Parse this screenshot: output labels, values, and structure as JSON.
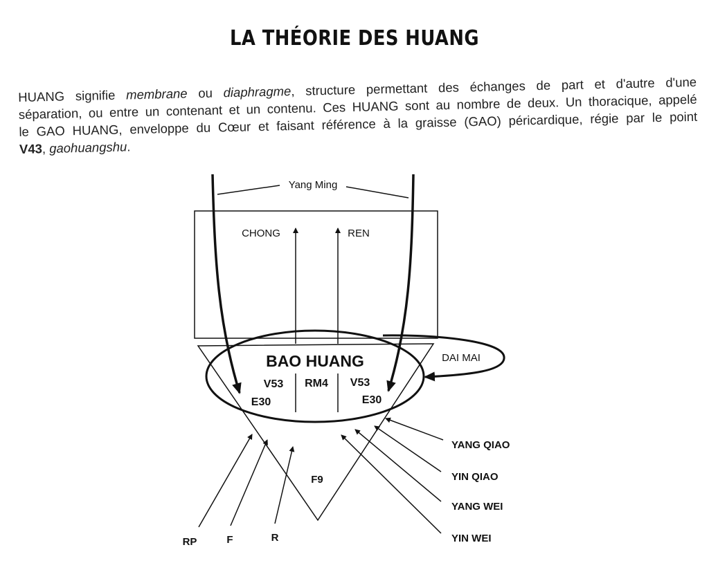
{
  "title": "LA THÉORIE DES HUANG",
  "paragraph": {
    "line1_a": "HUANG signifie ",
    "line1_b": "membrane",
    "line1_c": " ou ",
    "line1_d": "diaphragme",
    "line1_e": ", structure permettant des échanges de part et d'autre d'une",
    "line2": "séparation, ou entre un contenant et un contenu. Ces HUANG sont au nombre de deux. Un thoracique, appelé",
    "line3": "le GAO HUANG, enveloppe du Cœur et faisant référence à la graisse (GAO) péricardique, régie par le point",
    "line4_a": "V43",
    "line4_b": ", ",
    "line4_c": "gaohuangshu",
    "line4_d": "."
  },
  "diagram": {
    "yang_ming": "Yang Ming",
    "chong": "CHONG",
    "ren": "REN",
    "bao_huang": "BAO HUANG",
    "dai_mai": "DAI MAI",
    "v53_left": "V53",
    "rm4": "RM4",
    "v53_right": "V53",
    "e30_left": "E30",
    "e30_right": "E30",
    "f9": "F9",
    "yang_qiao": "YANG QIAO",
    "yin_qiao": "YIN QIAO",
    "yang_wei": "YANG WEI",
    "yin_wei": "YIN WEI",
    "rp": "RP",
    "f": "F",
    "r": "R"
  },
  "colors": {
    "ink": "#111111",
    "background": "#ffffff"
  }
}
